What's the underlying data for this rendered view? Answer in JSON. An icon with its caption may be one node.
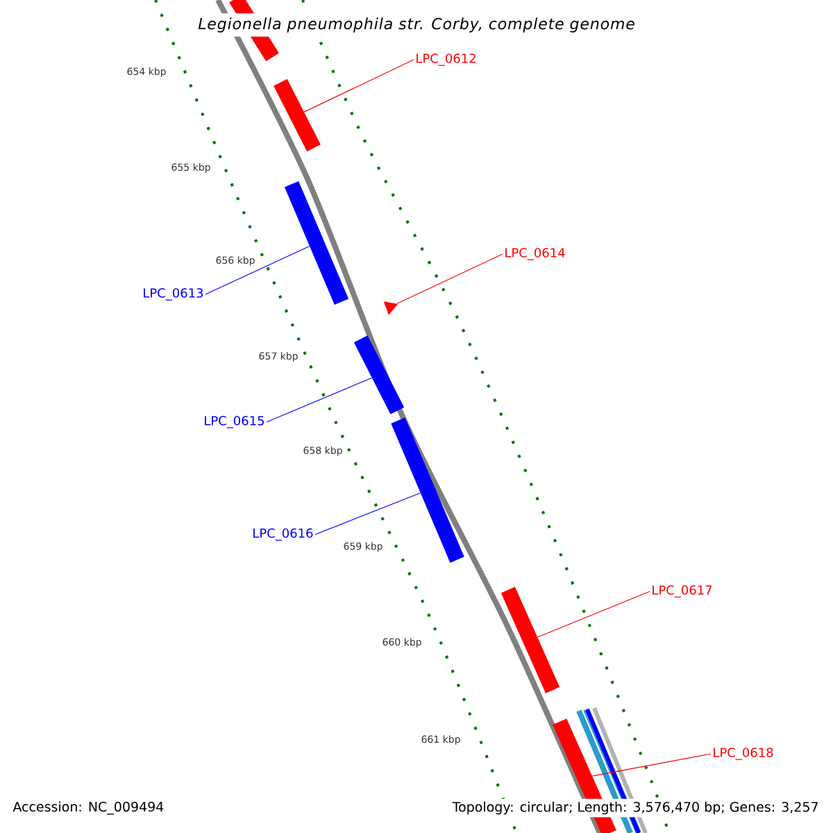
{
  "diagram": {
    "title": "Legionella pneumophila str. Corby, complete genome",
    "nodes": [
      {
        "text": [],
        "shape": "bar"
      },
      {
        "text": [
          "LPC_0612"
        ]
      },
      {
        "text": [],
        "shape": "bar"
      },
      {
        "text": [
          "LPC_0614"
        ]
      },
      {
        "text": [],
        "shape": "bar"
      },
      {
        "text": [
          "LPC_0613"
        ]
      },
      {
        "text": [],
        "shape": "triangle"
      },
      {
        "text": [],
        "shape": "bar"
      },
      {
        "text": [
          "LPC_0615"
        ]
      },
      {
        "text": [],
        "shape": "bar"
      },
      {
        "text": [
          "LPC_0616"
        ]
      },
      {
        "text": [],
        "shape": "bar"
      },
      {
        "text": [
          "LPC_0617"
        ]
      },
      {
        "text": [],
        "shape": "bar"
      },
      {
        "text": [
          "LPC_0618"
        ]
      }
    ],
    "edges": [
      {
        "from": 1,
        "to": 2,
        "arrow": "none"
      },
      {
        "from": 3,
        "to": 6,
        "arrow": "none"
      },
      {
        "from": 5,
        "to": 4,
        "arrow": "none",
        "color": "#0000ff"
      },
      {
        "from": 8,
        "to": 7,
        "arrow": "none",
        "color": "#0000ff"
      },
      {
        "from": 10,
        "to": 9,
        "arrow": "none",
        "color": "#0000ff"
      },
      {
        "from": 12,
        "to": 11,
        "arrow": "none"
      },
      {
        "from": 14,
        "to": 13,
        "arrow": "none"
      }
    ],
    "labels": [
      "654 kbp",
      "655 kbp",
      "656 kbp",
      "657 kbp",
      "658 kbp",
      "659 kbp",
      "660 kbp",
      "661 kbp",
      "Accession: NC_009494",
      "Topology: circular; Length: 3,576,470 bp; Genes: 3,257"
    ]
  }
}
